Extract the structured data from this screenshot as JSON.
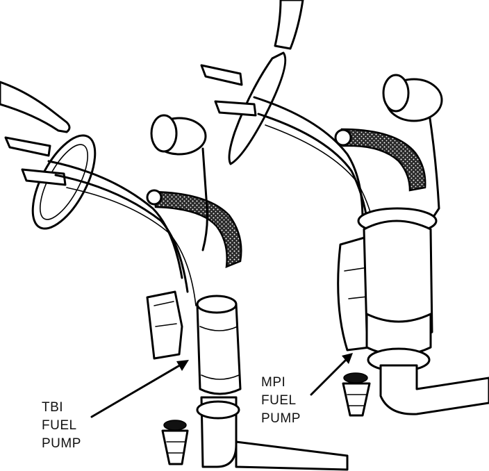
{
  "labels": {
    "tbi": [
      "TBI",
      "FUEL",
      "PUMP"
    ],
    "mpi": [
      "MPI",
      "FUEL",
      "PUMP"
    ]
  },
  "colors": {
    "ink": "#000000",
    "paper": "#ffffff"
  }
}
